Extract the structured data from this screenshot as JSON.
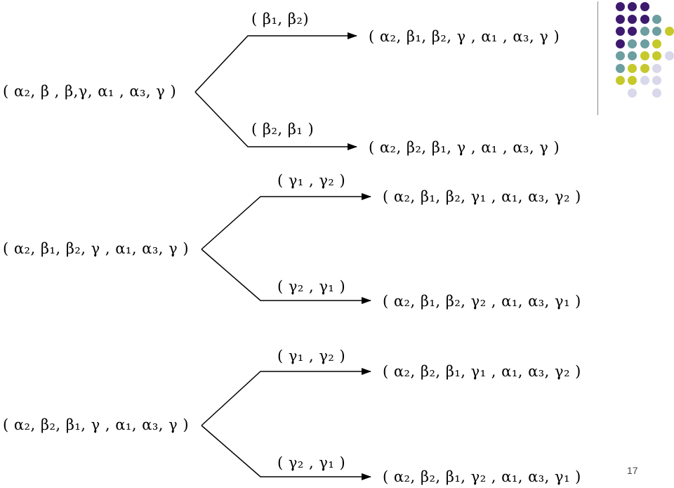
{
  "colors": {
    "purple": "#3d1a6e",
    "teal": "#6d9ea0",
    "olive": "#c6c92b",
    "lavender": "#d8d8ea",
    "line": "#000000"
  },
  "decoration": {
    "name": "corner-dot-pattern",
    "dots": [
      {
        "r": 0,
        "c": 1,
        "color": "purple"
      },
      {
        "r": 0,
        "c": 2,
        "color": "purple"
      },
      {
        "r": 0,
        "c": 3,
        "color": "purple"
      },
      {
        "r": 1,
        "c": 1,
        "color": "purple"
      },
      {
        "r": 1,
        "c": 2,
        "color": "purple"
      },
      {
        "r": 1,
        "c": 3,
        "color": "purple"
      },
      {
        "r": 1,
        "c": 4,
        "color": "teal"
      },
      {
        "r": 2,
        "c": 1,
        "color": "purple"
      },
      {
        "r": 2,
        "c": 2,
        "color": "purple"
      },
      {
        "r": 2,
        "c": 3,
        "color": "teal"
      },
      {
        "r": 2,
        "c": 4,
        "color": "teal"
      },
      {
        "r": 2,
        "c": 5,
        "color": "olive"
      },
      {
        "r": 3,
        "c": 1,
        "color": "purple"
      },
      {
        "r": 3,
        "c": 2,
        "color": "teal"
      },
      {
        "r": 3,
        "c": 3,
        "color": "teal"
      },
      {
        "r": 3,
        "c": 4,
        "color": "olive"
      },
      {
        "r": 4,
        "c": 1,
        "color": "teal"
      },
      {
        "r": 4,
        "c": 2,
        "color": "teal"
      },
      {
        "r": 4,
        "c": 3,
        "color": "olive"
      },
      {
        "r": 4,
        "c": 4,
        "color": "olive"
      },
      {
        "r": 4,
        "c": 5,
        "color": "lavender"
      },
      {
        "r": 5,
        "c": 1,
        "color": "teal"
      },
      {
        "r": 5,
        "c": 2,
        "color": "olive"
      },
      {
        "r": 5,
        "c": 3,
        "color": "olive"
      },
      {
        "r": 5,
        "c": 4,
        "color": "lavender"
      },
      {
        "r": 6,
        "c": 1,
        "color": "olive"
      },
      {
        "r": 6,
        "c": 2,
        "color": "olive"
      },
      {
        "r": 6,
        "c": 3,
        "color": "lavender"
      },
      {
        "r": 6,
        "c": 4,
        "color": "lavender"
      },
      {
        "r": 7,
        "c": 2,
        "color": "lavender"
      },
      {
        "r": 7,
        "c": 4,
        "color": "lavender"
      }
    ]
  },
  "trees": [
    {
      "root": "( α₂, β , β,γ, α₁ , α₃, γ )",
      "branches": [
        {
          "label": "( β₁, β₂)",
          "result": "( α₂, β₁, β₂, γ , α₁ , α₃, γ )"
        },
        {
          "label": "( β₂, β₁ )",
          "result": "( α₂, β₂, β₁, γ , α₁ , α₃, γ )"
        }
      ]
    },
    {
      "root": "( α₂, β₁, β₂, γ  , α₁, α₃, γ )",
      "branches": [
        {
          "label": "( γ₁ , γ₂ )",
          "result": "( α₂, β₁, β₂, γ₁ , α₁, α₃, γ₂ )"
        },
        {
          "label": "( γ₂ , γ₁ )",
          "result": "( α₂, β₁, β₂, γ₂ , α₁, α₃, γ₁ )"
        }
      ]
    },
    {
      "root": "( α₂, β₂, β₁, γ  , α₁, α₃, γ )",
      "branches": [
        {
          "label": "( γ₁ , γ₂ )",
          "result": "( α₂, β₂, β₁, γ₁ , α₁, α₃, γ₂ )"
        },
        {
          "label": "( γ₂ , γ₁ )",
          "result": "( α₂, β₂, β₁, γ₂ , α₁, α₃, γ₁ )"
        }
      ]
    }
  ],
  "page_number": "17"
}
